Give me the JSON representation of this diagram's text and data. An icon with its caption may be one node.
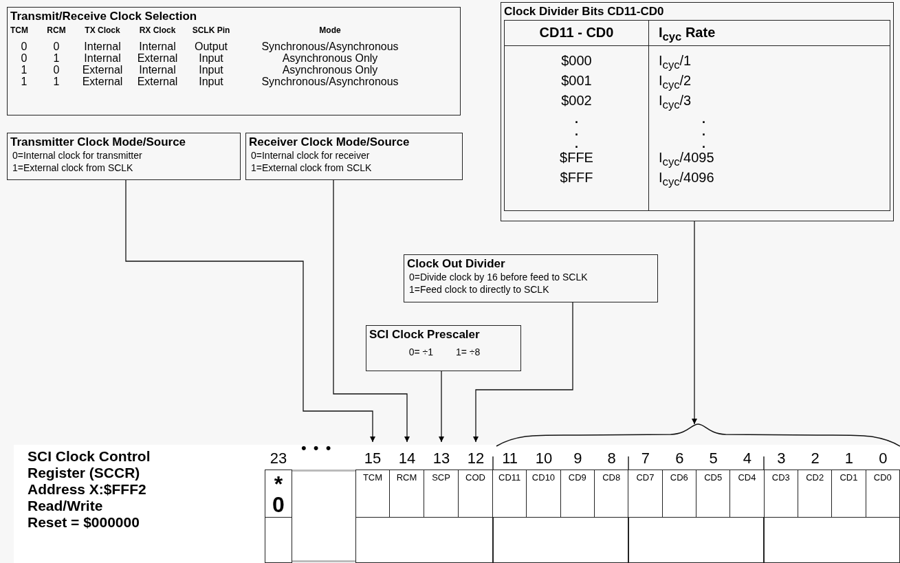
{
  "diagram": {
    "nodes": [
      {
        "text": [
          "Transmit/Receive Clock Selection",
          "TCM",
          "RCM",
          "TX Clock",
          "RX Clock",
          "SCLK Pin",
          "Mode",
          "0",
          "0",
          "Internal",
          "Internal",
          "Output",
          "Synchronous/Asynchronous",
          "0",
          "1",
          "Internal",
          "External",
          "Input",
          "Asynchronous Only",
          "1",
          "0",
          "External",
          "Internal",
          "Input",
          "Asynchronous Only",
          "1",
          "1",
          "External",
          "External",
          "Input",
          "Synchronous/Asynchronous"
        ]
      },
      {
        "text": [
          "Transmitter Clock Mode/Source",
          "0=Internal clock for transmitter",
          "1=External clock from SCLK"
        ]
      },
      {
        "text": [
          "Receiver Clock Mode/Source",
          "0=Internal clock for receiver",
          "1=External clock from SCLK"
        ]
      },
      {
        "text": [
          "Clock Divider Bits CD11-CD0",
          "CD11 - CD0",
          "I$_{cyc}$ Rate",
          "$000",
          "I$_{cyc}$/1",
          "$001",
          "I$_{cyc}$/2",
          "$002",
          "I$_{cyc}$/3",
          ".",
          ".",
          ".",
          ".",
          ".",
          ".",
          "$FFE",
          "I$_{cyc}$/4095",
          "$FFF",
          "I$_{cyc}$/4096"
        ]
      },
      {
        "text": [
          "Clock Out Divider",
          "0=Divide clock by 16 before feed to SCLK",
          "1=Feed clock to directly to SCLK"
        ]
      },
      {
        "text": [
          "SCI Clock Prescaler",
          "0= ÷1",
          "1= ÷8"
        ]
      },
      {
        "text": [
          "*",
          "0"
        ],
        "beside": [
          "23"
        ]
      },
      {
        "text": [],
        "shape": "box"
      },
      {
        "text": [
          "TCM"
        ],
        "beside": [
          "15"
        ]
      },
      {
        "text": [
          "RCM"
        ],
        "beside": [
          "14"
        ]
      },
      {
        "text": [
          "SCP"
        ],
        "beside": [
          "13"
        ]
      },
      {
        "text": [
          "COD"
        ],
        "beside": [
          "12"
        ]
      },
      {
        "text": [
          "CD11"
        ],
        "beside": [
          "11"
        ]
      },
      {
        "text": [
          "CD10"
        ],
        "beside": [
          "10"
        ]
      },
      {
        "text": [
          "CD9"
        ],
        "beside": [
          "9"
        ]
      },
      {
        "text": [
          "CD8"
        ],
        "beside": [
          "8"
        ]
      },
      {
        "text": [
          "CD7"
        ],
        "beside": [
          "7"
        ]
      },
      {
        "text": [
          "CD6"
        ],
        "beside": [
          "6"
        ]
      },
      {
        "text": [
          "CD5"
        ],
        "beside": [
          "5"
        ]
      },
      {
        "text": [
          "CD4"
        ],
        "beside": [
          "4"
        ]
      },
      {
        "text": [
          "CD3"
        ],
        "beside": [
          "3"
        ]
      },
      {
        "text": [
          "CD2"
        ],
        "beside": [
          "2"
        ]
      },
      {
        "text": [
          "CD1"
        ],
        "beside": [
          "1"
        ]
      },
      {
        "text": [
          "CD0"
        ],
        "beside": [
          "0"
        ]
      },
      {
        "text": [],
        "shape": "brace"
      }
    ],
    "edges": [
      {
        "from": 1,
        "to": 8,
        "arrow": "to"
      },
      {
        "from": 2,
        "to": 9,
        "arrow": "to"
      },
      {
        "from": 5,
        "to": 10,
        "arrow": "to"
      },
      {
        "from": 4,
        "to": 11,
        "arrow": "to"
      },
      {
        "from": 3,
        "to": 24,
        "arrow": "to"
      }
    ],
    "labels": [
      "SCI Clock Control Register (SCCR)",
      "Address X:$FFF2",
      "Read/Write",
      "Reset = $000000",
      "• • •"
    ]
  }
}
